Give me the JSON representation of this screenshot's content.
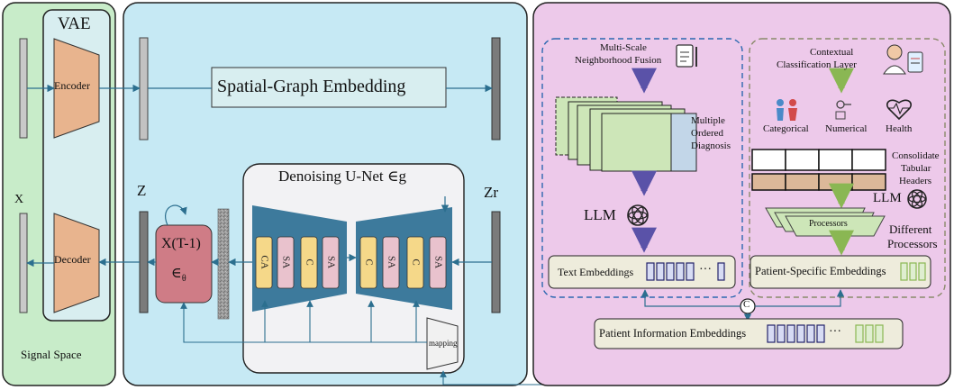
{
  "signal_space": {
    "x_label": "X",
    "caption": "Signal Space",
    "vae_title": "VAE",
    "encoder_label": "Encoder",
    "decoder_label": "Decoder"
  },
  "latent": {
    "spatial_graph_label": "Spatial-Graph Embedding",
    "z_label": "Z",
    "zr_label": "Zr",
    "unet_title": "Denoising U-Net ∈g",
    "x_t1_label": "X(T-1)",
    "theta_label": "∈",
    "theta_sub": "θ",
    "blocks": [
      "CA",
      "SA",
      "C",
      "SA",
      "C",
      "SA",
      "C",
      "SA"
    ],
    "mapping_label": "mapping"
  },
  "medical": {
    "fusion_label_1": "Multi-Scale",
    "fusion_label_2": "Neighborhood Fusion",
    "diagnosis_label_1": "Multiple",
    "diagnosis_label_2": "Ordered",
    "diagnosis_label_3": "Diagnosis",
    "llm_left": "LLM",
    "text_emb_label": "Text Embeddings",
    "ctx_label_1": "Contextual",
    "ctx_label_2": "Classification Layer",
    "categorical": "Categorical",
    "numerical": "Numerical",
    "health": "Health",
    "consolidate_1": "Consolidate",
    "consolidate_2": "Tabular",
    "consolidate_3": "Headers",
    "llm_right": "LLM",
    "processors_label": "Processors",
    "different_processors_1": "Different",
    "different_processors_2": "Processors",
    "patient_specific_label": "Patient-Specific Embeddings",
    "concat_symbol": "C",
    "patient_info_label": "Patient Information Embeddings",
    "ellipsis": "···"
  },
  "colors": {
    "signal_bg": "#c8ecc9",
    "latent_bg": "#c6e9f4",
    "medical_bg": "#edc9ea",
    "encoder": "#e8b48e",
    "blue_trap": "#3d7a9c",
    "yellow_block": "#f5d889",
    "pink_block": "#e9c2cd",
    "xt_box": "#cf7c86",
    "arrow": "#2c6f8f",
    "llm_arrow": "#5a52a8",
    "green_arrow": "#8ab753"
  }
}
